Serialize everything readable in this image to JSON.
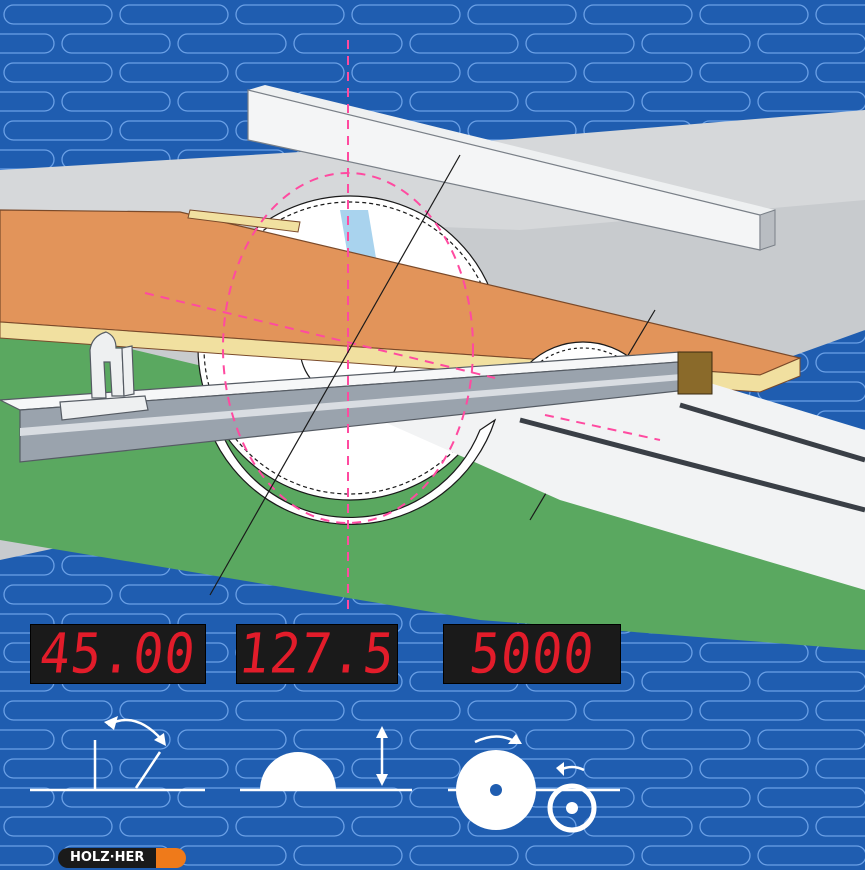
{
  "readouts": {
    "angle": "45.00",
    "height": "127.5",
    "speed": "5000"
  },
  "brand": {
    "name": "HOLZ·HER"
  },
  "icons": {
    "angle": "blade-tilt-angle-icon",
    "height": "blade-height-icon",
    "speed": "blade-speed-icon"
  },
  "colors": {
    "background": "#1f5db0",
    "readout_text": "#e21c2a",
    "workpiece": "#e2945a",
    "table_green": "#5aa860",
    "guide_line": "#ff4aa0",
    "brand_accent": "#ef7a1a"
  }
}
